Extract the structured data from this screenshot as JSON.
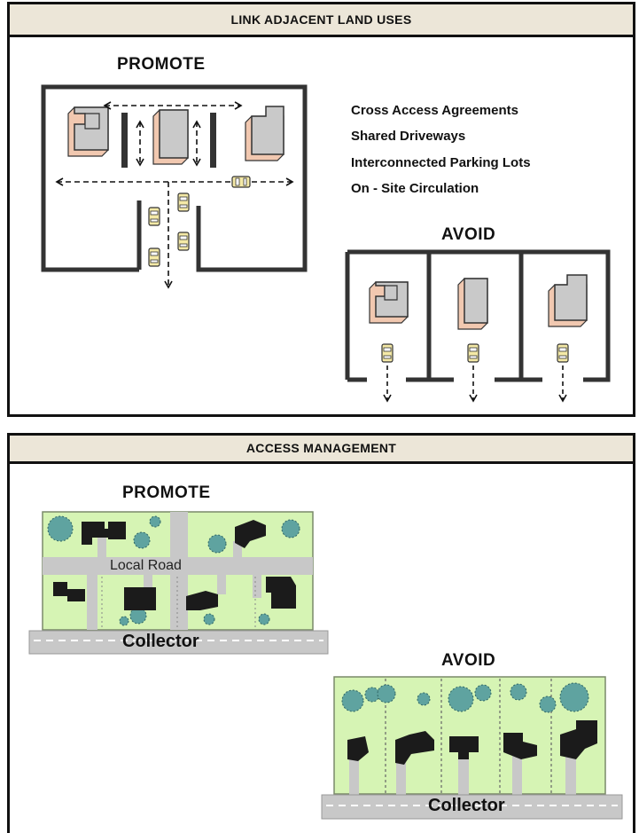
{
  "top_panel": {
    "title": "LINK ADJACENT LAND USES",
    "promote_heading": "PROMOTE",
    "avoid_heading": "AVOID",
    "strategies": [
      "Cross Access Agreements",
      "Shared Driveways",
      "Interconnected Parking Lots",
      "On - Site Circulation"
    ]
  },
  "bottom_panel": {
    "title": "ACCESS MANAGEMENT",
    "promote_heading": "PROMOTE",
    "avoid_heading": "AVOID",
    "local_road_label": "Local Road",
    "collector_label_promote": "Collector",
    "collector_label_avoid": "Collector"
  },
  "colors": {
    "header_bg": "#ece6d8",
    "lot_green": "#d6f4b4",
    "road_gray": "#c8c8c8",
    "tree_teal": "#5fa3a0",
    "building_gray": "#c9c9c9",
    "building_shadow": "#f1c8b0",
    "car_yellow": "#f4e9a6"
  }
}
